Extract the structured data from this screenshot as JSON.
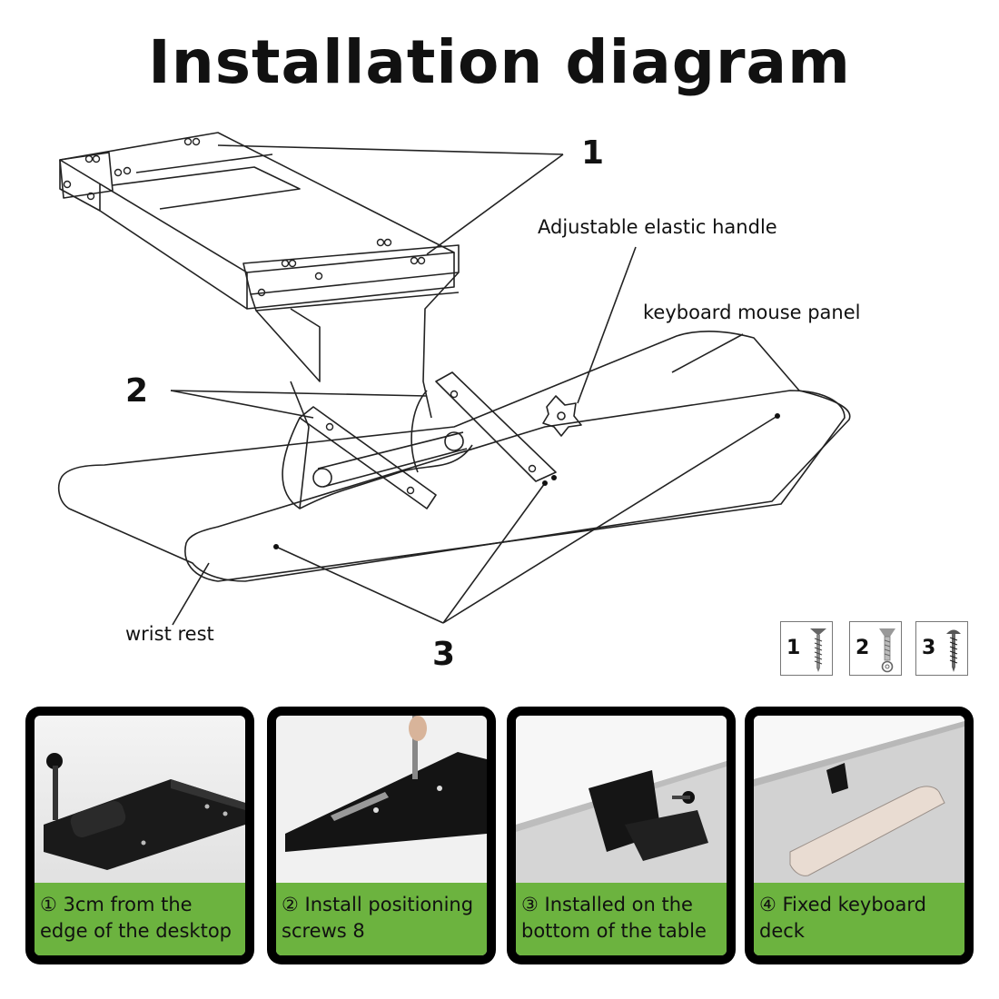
{
  "title": "Installation diagram",
  "labels": {
    "handle": "Adjustable elastic handle",
    "panel": "keyboard mouse panel",
    "wrist": "wrist rest",
    "callout_1": "1",
    "callout_2": "2",
    "callout_3": "3"
  },
  "screws": [
    {
      "number": "1",
      "icon": "flat-head-screw-icon"
    },
    {
      "number": "2",
      "icon": "bolt-with-nut-icon"
    },
    {
      "number": "3",
      "icon": "round-head-screw-icon"
    }
  ],
  "steps": [
    {
      "caption": "① 3cm from the edge of the desktop"
    },
    {
      "caption": "② Install positioning screws 8"
    },
    {
      "caption": "③ Installed on the bottom of the table"
    },
    {
      "caption": "④ Fixed keyboard deck"
    }
  ],
  "colors": {
    "caption_bg": "#6cb33f",
    "frame": "#000000"
  }
}
